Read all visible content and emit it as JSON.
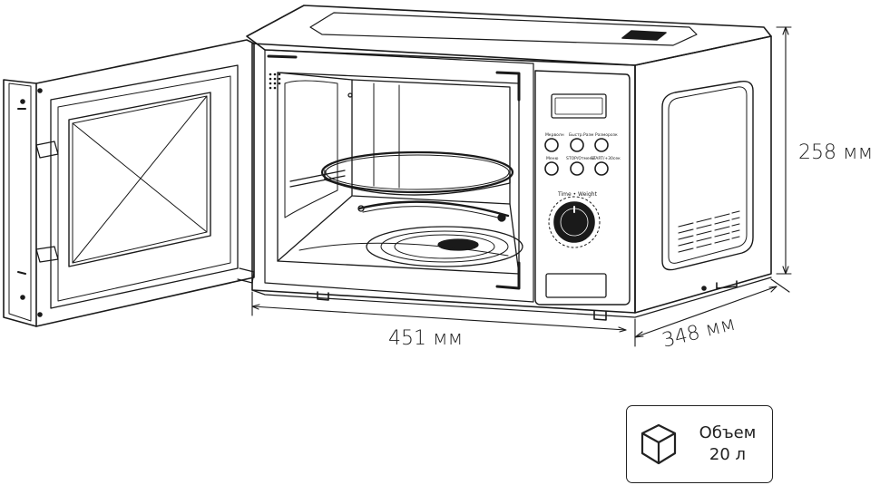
{
  "dimensions": {
    "height": "258 мм",
    "width": "451 мм",
    "depth": "348 мм"
  },
  "controls": {
    "buttons": [
      "Мкрволн",
      "Быстр.Разм",
      "Разморозк",
      "Меню",
      "STOP/Отмена",
      "START/+30сек"
    ],
    "dial_label": "Time • Weight"
  },
  "badge": {
    "icon": "cube-icon",
    "title": "Объем",
    "value": "20 л"
  }
}
